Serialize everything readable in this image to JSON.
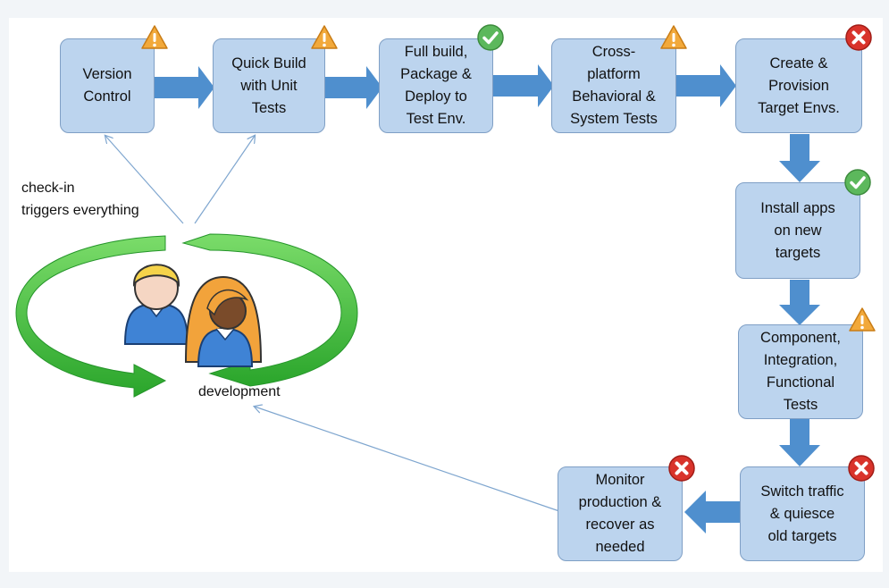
{
  "steps": [
    {
      "id": "version-control",
      "label": "Version\nControl",
      "status": "warning"
    },
    {
      "id": "quick-build",
      "label": "Quick Build\nwith Unit\nTests",
      "status": "warning"
    },
    {
      "id": "full-build",
      "label": "Full build,\nPackage &\nDeploy to\nTest Env.",
      "status": "ok"
    },
    {
      "id": "cross-platform",
      "label": "Cross-\nplatform\nBehavioral &\nSystem Tests",
      "status": "warning"
    },
    {
      "id": "create-provision",
      "label": "Create &\nProvision\nTarget Envs.",
      "status": "error"
    },
    {
      "id": "install-apps",
      "label": "Install apps\non new\ntargets",
      "status": "ok"
    },
    {
      "id": "component-tests",
      "label": "Component,\nIntegration,\nFunctional\nTests",
      "status": "warning"
    },
    {
      "id": "switch-traffic",
      "label": "Switch traffic\n& quiesce\nold targets",
      "status": "error"
    },
    {
      "id": "monitor-production",
      "label": "Monitor\nproduction &\nrecover as\nneeded",
      "status": "error"
    }
  ],
  "annotations": {
    "checkin": "check-in\ntriggers everything",
    "development": "development"
  },
  "colors": {
    "box_fill": "#bcd4ee",
    "box_border": "#7f9fc5",
    "flow_arrow": "#4f8fce",
    "thin_arrow": "#7fa6cf",
    "cycle_green": "#3dbb3a",
    "warning": "#f2a93b",
    "ok": "#5cb85c",
    "error": "#d9332b"
  }
}
